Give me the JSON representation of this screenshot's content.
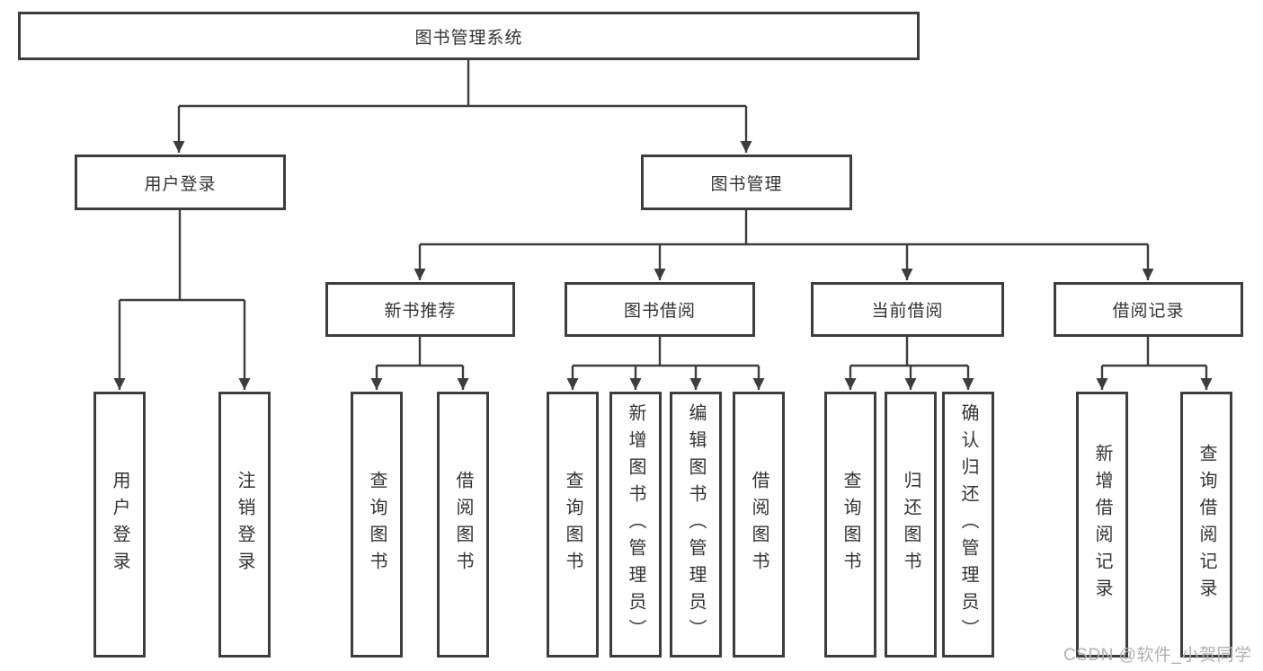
{
  "diagram_type": "function-structure-tree",
  "tree": {
    "root": {
      "label": "图书管理系统"
    },
    "level2": [
      {
        "label": "用户登录",
        "children": [
          {
            "label": "用户登录"
          },
          {
            "label": "注销登录"
          }
        ]
      },
      {
        "label": "图书管理",
        "children": [
          {
            "label": "新书推荐",
            "children": [
              {
                "label": "查询图书"
              },
              {
                "label": "借阅图书"
              }
            ]
          },
          {
            "label": "图书借阅",
            "children": [
              {
                "label": "查询图书"
              },
              {
                "label": "新增图书（管理员）"
              },
              {
                "label": "编辑图书（管理员）"
              },
              {
                "label": "借阅图书"
              }
            ]
          },
          {
            "label": "当前借阅",
            "children": [
              {
                "label": "查询图书"
              },
              {
                "label": "归还图书"
              },
              {
                "label": "确认归还（管理员）"
              }
            ]
          },
          {
            "label": "借阅记录",
            "children": [
              {
                "label": "新增借阅记录"
              },
              {
                "label": "查询借阅记录"
              }
            ]
          }
        ]
      }
    ]
  },
  "watermark": {
    "text": "CSDN @软件_小贺同学"
  },
  "colors": {
    "line": "#3d3d3d",
    "box_border": "#3d3d3d",
    "text": "#333333",
    "watermark": "#b0b0b0",
    "background": "#ffffff"
  }
}
